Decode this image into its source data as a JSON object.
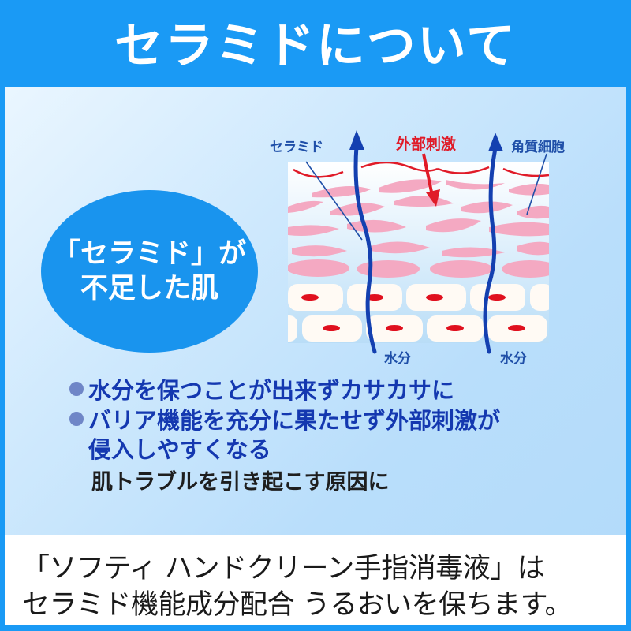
{
  "header": {
    "title": "セラミドについて",
    "background_color": "#1a9af5"
  },
  "callout": {
    "line1": "「セラミド」が",
    "line2": "不足した肌",
    "color": "#1994ee"
  },
  "diagram": {
    "labels": {
      "ceramide": "セラミド",
      "external_stimulus": "外部刺激",
      "corneocyte": "角質細胞",
      "water_left": "水分",
      "water_right": "水分"
    },
    "colors": {
      "label_blue": "#1f4fa8",
      "stimulus_red": "#e01b28",
      "cell_pink": "#f4a9c2",
      "nucleus_red": "#e0101e",
      "water_arrow": "#1440b0"
    }
  },
  "bullets": [
    {
      "text": "水分を保つことが出来ずカサカサに"
    },
    {
      "text": "バリア機能を充分に果たせず外部刺激が",
      "continuation": "侵入しやすくなる"
    }
  ],
  "conclusion": "肌トラブルを引き起こす原因に",
  "footer": {
    "line1": "「ソフティ ハンドクリーン手指消毒液」は",
    "line2": "セラミド機能成分配合 うるおいを保ちます。"
  }
}
